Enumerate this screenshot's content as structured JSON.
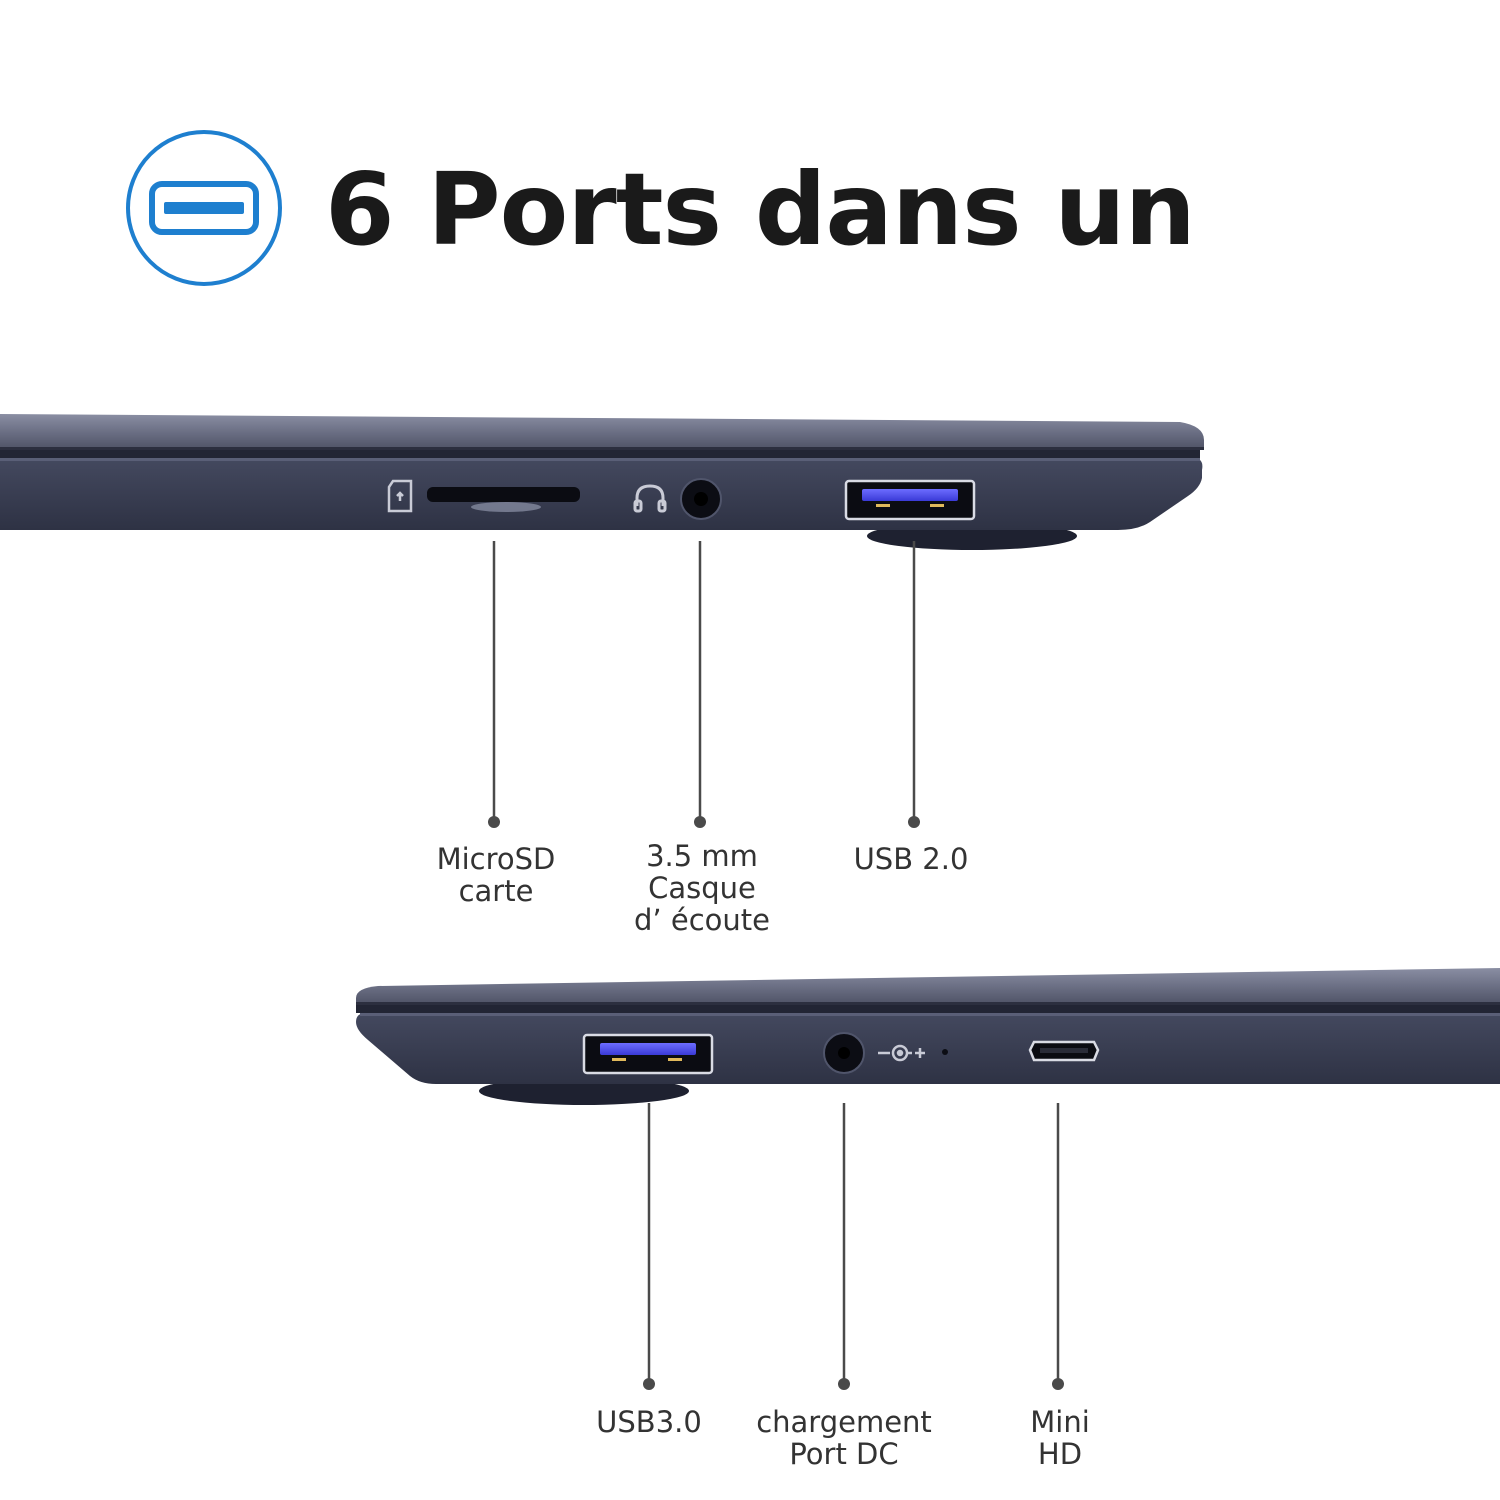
{
  "title": "6 Ports dans un",
  "colors": {
    "accent": "#1e7fcf",
    "laptop_body": "#3a3f55",
    "leader": "#4a4a4a"
  },
  "header_icon": "usb-port-icon",
  "ports": [
    {
      "id": "microsd",
      "label": "MicroSD\ncarte",
      "icon": "microsd-card-icon"
    },
    {
      "id": "headphone",
      "label": "3.5 mm\nCasque\nd’ écoute",
      "icon": "headphone-icon"
    },
    {
      "id": "usb2",
      "label": "USB 2.0"
    },
    {
      "id": "usb3",
      "label": "USB3.0"
    },
    {
      "id": "dc",
      "label": "chargement\nPort DC",
      "icon": "dc-power-icon"
    },
    {
      "id": "minihd",
      "label": "Mini\nHD"
    }
  ]
}
